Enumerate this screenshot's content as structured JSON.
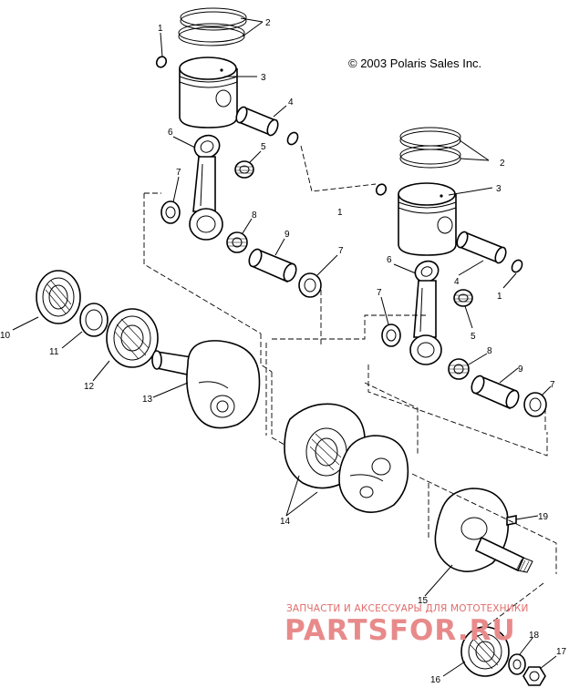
{
  "copyright": "© 2003 Polaris Sales Inc.",
  "watermark": {
    "subtitle": "ЗАПЧАСТИ И АКСЕССУАРЫ ДЛЯ МОТОТЕХНИКИ",
    "logo": "PARTSFOR.RU"
  },
  "callouts": {
    "c1a": "1",
    "c2a": "2",
    "c3a": "3",
    "c4a": "4",
    "c6a": "6",
    "c5a": "5",
    "c7a": "7",
    "c8a": "8",
    "c9a": "9",
    "c7b": "7",
    "c1b": "1",
    "c2b": "2",
    "c3b": "3",
    "c6b": "6",
    "c4b": "4",
    "c1c": "1",
    "c7c": "7",
    "c5b": "5",
    "c8b": "8",
    "c9b": "9",
    "c7d": "7",
    "c10": "10",
    "c11": "11",
    "c12": "12",
    "c13": "13",
    "c14": "14",
    "c15": "15",
    "c16": "16",
    "c17": "17",
    "c18": "18",
    "c19": "19"
  }
}
